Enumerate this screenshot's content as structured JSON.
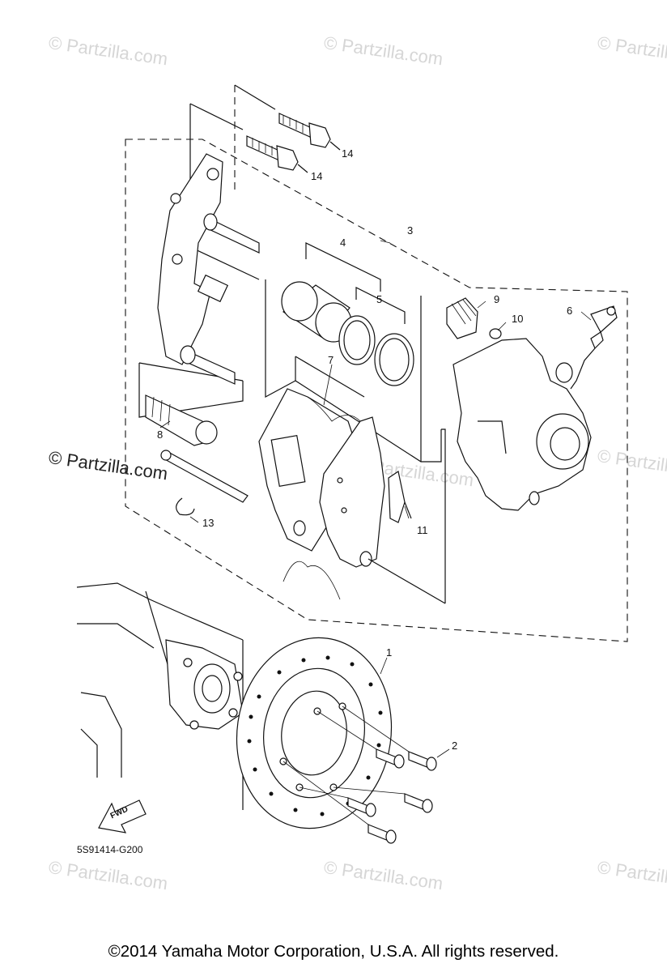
{
  "watermarks": {
    "text": "© Partzilla.com",
    "primary": "© Partzilla.com"
  },
  "callouts": {
    "n1": "1",
    "n2": "2",
    "n3": "3",
    "n4": "4",
    "n5": "5",
    "n6": "6",
    "n7": "7",
    "n8": "8",
    "n9": "9",
    "n10": "10",
    "n11": "11",
    "n13": "13",
    "n14a": "14",
    "n14b": "14"
  },
  "fwd_arrow_label": "FWD",
  "diagram_code": "5S91414-G200",
  "copyright": "©2014 Yamaha Motor Corporation, U.S.A. All rights reserved.",
  "colors": {
    "line": "#111111",
    "watermark": "#d6d6d6",
    "background": "#ffffff"
  }
}
